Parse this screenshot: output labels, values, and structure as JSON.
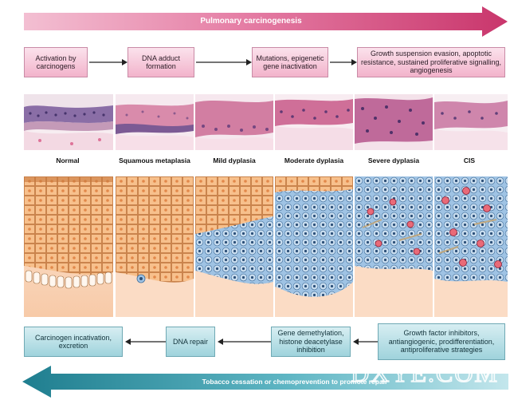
{
  "top_arrow": {
    "label": "Pulmonary carcinogenesis"
  },
  "top_boxes": [
    {
      "label": "Activation by carcinogens"
    },
    {
      "label": "DNA adduct formation"
    },
    {
      "label": "Mutations, epigenetic gene inactivation"
    },
    {
      "label": "Growth suspension evasion, apoptotic resistance, sustained proliferative signalling, angiogenesis"
    }
  ],
  "stages": [
    {
      "label": "Normal"
    },
    {
      "label": "Squamous metaplasia"
    },
    {
      "label": "Mild dyplasia"
    },
    {
      "label": "Moderate dyplasia"
    },
    {
      "label": "Severe dyplasia"
    },
    {
      "label": "CIS"
    }
  ],
  "bottom_boxes": [
    {
      "label": "Carcinogen incativation, excretion"
    },
    {
      "label": "DNA repair"
    },
    {
      "label": "Gene demethylation, histone deacetylase inhibition"
    },
    {
      "label": "Growth factor inhibitors, antiangiogenic, prodifferentiation, antiproliferative strategies"
    }
  ],
  "bottom_arrow": {
    "label": "Tobacco cessation or chemoprevention to promote repair"
  },
  "watermark": {
    "text": "DXYE.COM"
  },
  "colors": {
    "pink_arrow": "#d9487e",
    "pink_box": "#f2b3cb",
    "teal_arrow": "#2d8a9a",
    "teal_box": "#9fd3dc",
    "normal_cell": "#f5b67a",
    "dysplastic_cell": "#8fb9de",
    "stroma": "#fbe1cf"
  }
}
